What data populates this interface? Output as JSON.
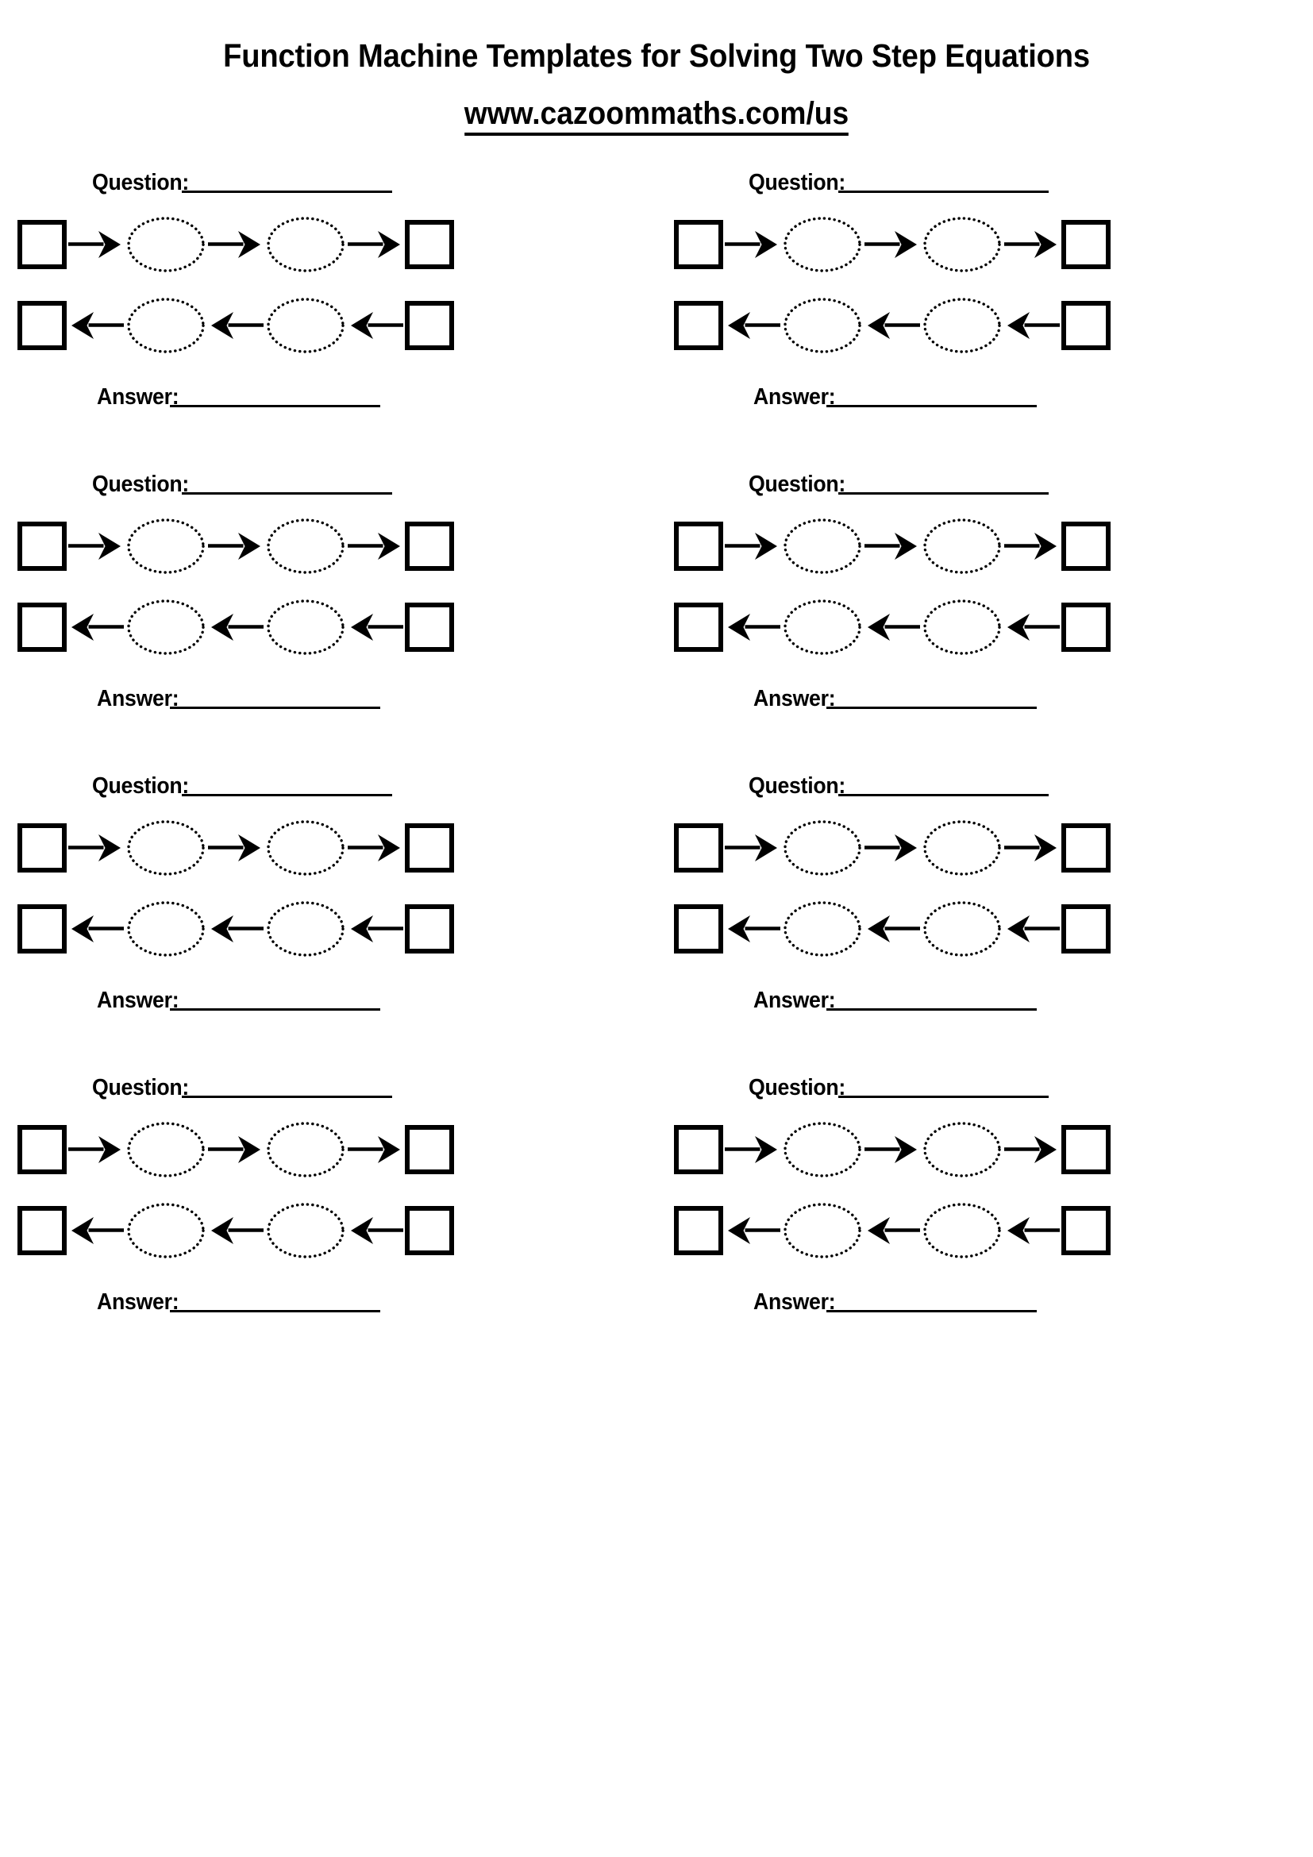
{
  "header": {
    "title": "Function Machine Templates for Solving Two Step Equations",
    "url": "www.cazoommaths.com/us"
  },
  "labels": {
    "question": "Question:",
    "answer": "Answer:"
  },
  "icons": {
    "input_box": "square-box-icon",
    "operation_oval": "dotted-ellipse-icon",
    "arrow_right": "arrow-right-icon",
    "arrow_left": "arrow-left-icon"
  },
  "colors": {
    "ink": "#000000",
    "paper": "#ffffff"
  },
  "layout": {
    "columns": 2,
    "rows": 4,
    "blocks_total": 8,
    "ovals_per_row": 2,
    "arrows_per_row": 3
  },
  "blocks": [
    {
      "id": 1,
      "question": "Question:",
      "answer": "Answer:"
    },
    {
      "id": 2,
      "question": "Question:",
      "answer": "Answer:"
    },
    {
      "id": 3,
      "question": "Question:",
      "answer": "Answer:"
    },
    {
      "id": 4,
      "question": "Question:",
      "answer": "Answer:"
    },
    {
      "id": 5,
      "question": "Question:",
      "answer": "Answer:"
    },
    {
      "id": 6,
      "question": "Question:",
      "answer": "Answer:"
    },
    {
      "id": 7,
      "question": "Question:",
      "answer": "Answer:"
    },
    {
      "id": 8,
      "question": "Question:",
      "answer": "Answer:"
    }
  ]
}
